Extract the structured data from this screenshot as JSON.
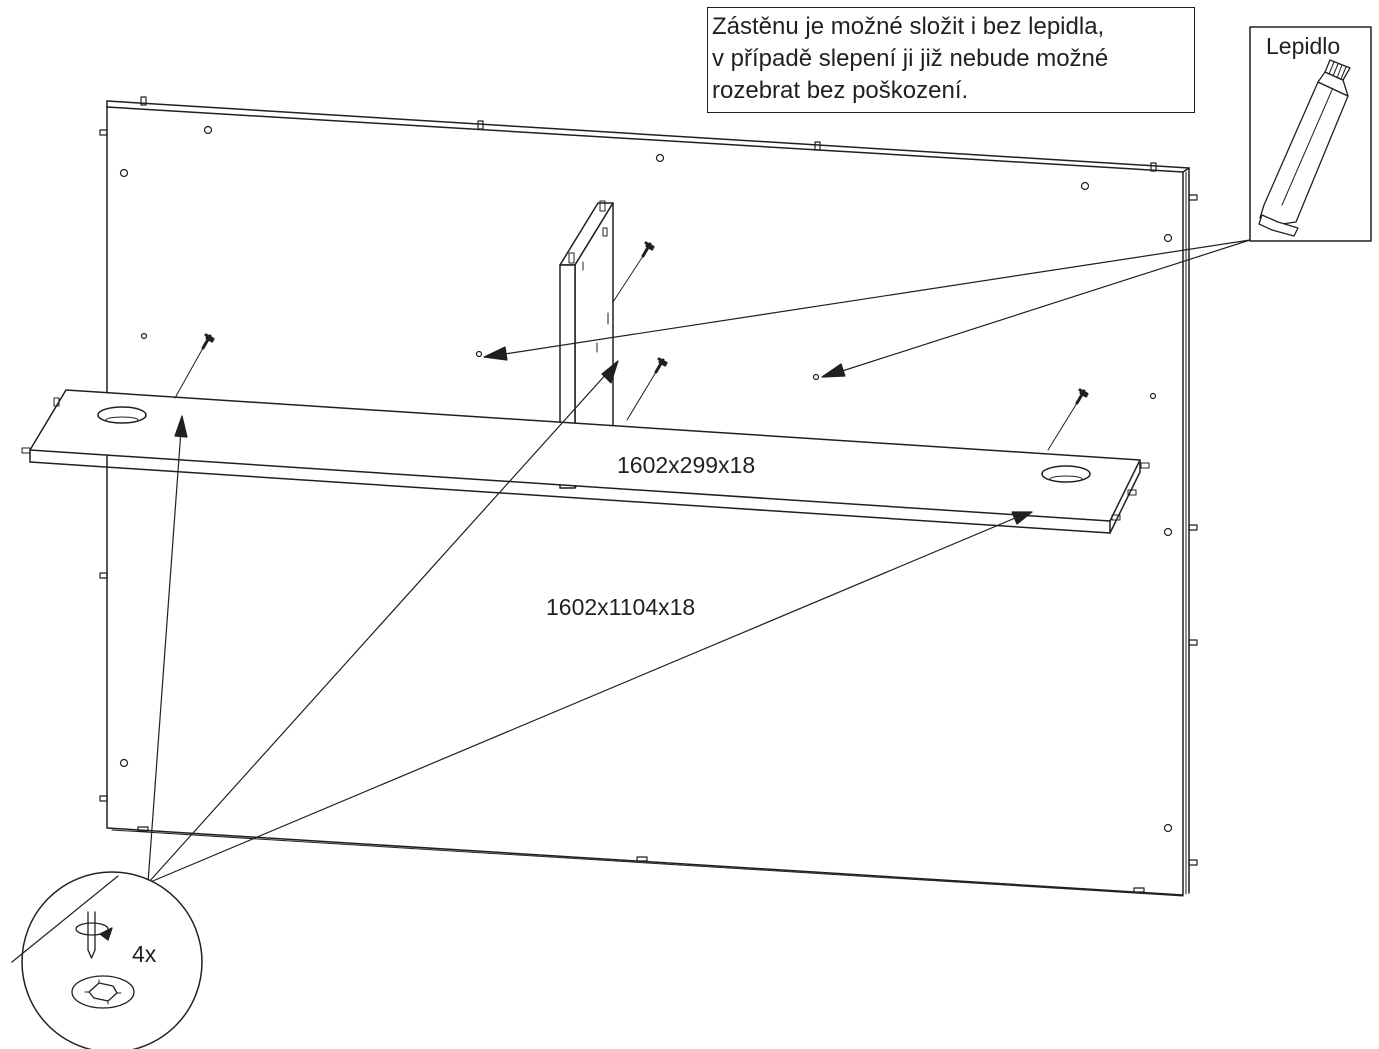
{
  "note": {
    "lines": [
      "Zástěnu je možné složit i bez lepidla,",
      "v případě slepení ji již nebude možné",
      "rozebrat bez poškození."
    ]
  },
  "glue": {
    "label": "Lepidlo"
  },
  "parts": {
    "shelf_dimensions": "1602x299x18",
    "panel_dimensions": "1602x1104x18"
  },
  "detail": {
    "screw_count": "4x"
  },
  "icons": [
    "glue-tube-icon",
    "screwdriver-rotation-icon",
    "screw-head-icon"
  ],
  "colors": {
    "line": "#231f20",
    "background": "#ffffff"
  }
}
